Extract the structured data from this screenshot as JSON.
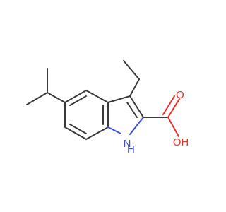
{
  "molecule": {
    "atoms": {
      "oxygen_carbonyl": "O",
      "hydroxyl": "OH",
      "nitrogen": "N",
      "nitrogen_h": "H"
    },
    "colors": {
      "bond": "#3a3a3a",
      "oxygen": "#e8312a",
      "nitrogen": "#3b4fd8",
      "background": "#ffffff"
    }
  }
}
